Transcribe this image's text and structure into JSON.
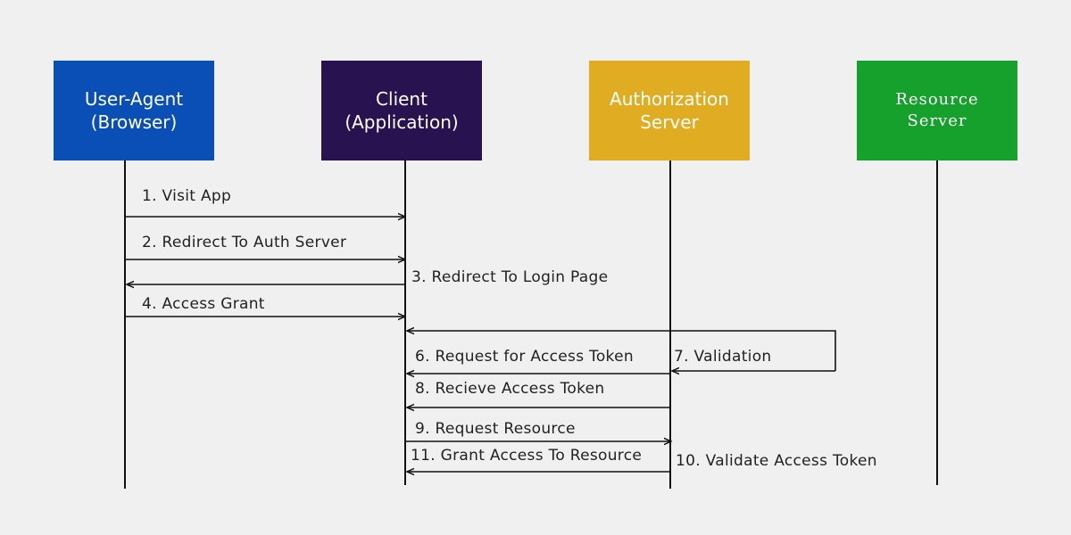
{
  "actors": [
    {
      "line1": "User-Agent",
      "line2": "(Browser)",
      "color": "#0a4fb5"
    },
    {
      "line1": "Client",
      "line2": "(Application)",
      "color": "#28124f"
    },
    {
      "line1": "Authorization",
      "line2": "Server",
      "color": "#e0ac22"
    },
    {
      "line1": "Resource",
      "line2": "Server",
      "color": "#16a02c"
    }
  ],
  "messages": {
    "m1": "1. Visit App",
    "m2": "2. Redirect To Auth Server",
    "m3": "3. Redirect To Login Page",
    "m4": "4. Access Grant",
    "m6": "6. Request for Access Token",
    "m7": "7. Validation",
    "m8": "8. Recieve Access Token",
    "m9": "9. Request Resource",
    "m10": "10. Validate Access Token",
    "m11": "11. Grant Access To Resource"
  }
}
